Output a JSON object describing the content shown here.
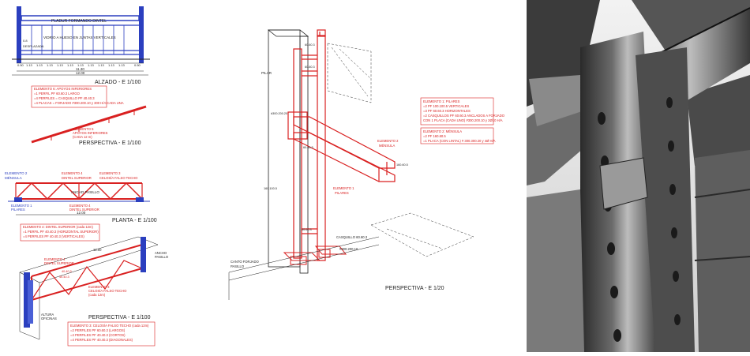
{
  "alzado": {
    "title": "ALZADO - E 1/100",
    "lintel_label": "PLADUR FORMANDO DINTEL",
    "glass_label": "VIDRIO A HUESO EN JUNTAS VERTICALES",
    "displaced_label": "DESPLAZADA",
    "displaced_value": "0.8",
    "dims": [
      "0.50",
      "1.13",
      "1.13",
      "1.13",
      "1.13",
      "1.13",
      "1.13",
      "1.13",
      "1.13",
      "1.13",
      "1.13",
      "0.50"
    ],
    "overall": "11.30",
    "overall2": "12.00"
  },
  "supports_note": {
    "lines": [
      "ELEMENTO 6: APOYOS INFERIORES",
      "=1 PERFIL PF 60.60.3 LARGO",
      "=4 PERFILES = CASQUILLO PF 40.40.3",
      "=4 PLACAS = FORJADO #300.200.10 y 300 H/A CADA UNA"
    ]
  },
  "perspectiva_small": {
    "label": "ELEMENTO 5",
    "sub": "APOYOS INFERIORES",
    "sub2": "(CADA 12 m)",
    "title": "PERSPECTIVA - E 1/100"
  },
  "planta": {
    "title": "PLANTA - E 1/100",
    "el2": "ELEMENTO 2",
    "el2b": "MÉNSULA",
    "el4": "ELEMENTO 4",
    "el4b": "DINTEL SUPERIOR",
    "el3": "ELEMENTO 3",
    "el3b": "CELOSÍA FALSO TECHO",
    "ancho": "ANCHO PASILLO",
    "el1": "ELEMENTO 1",
    "el1b": "PILARES",
    "el4c": "ELEMENTO 4",
    "el4d": "DINTEL SUPERIOR",
    "dim": "12.00"
  },
  "dintel_note": {
    "lines": [
      "ELEMENTO 4: DINTEL SUPERIOR (cada 12m)",
      "=1 PERFIL PF 40.40.3 (HORIZONTAL SUPERIOR)",
      "=4 PERFILES PF 40.40.3 (VERTICALES)"
    ]
  },
  "perspectiva_large": {
    "title": "PERSPECTIVA - E 1/100",
    "el4": "ELEMENTO 4",
    "el4b": "DINTEL SUPERIOR",
    "el3": "ELEMENTO 3",
    "el3b": "CELOSÍA FALSO TECHO",
    "el3c": "(cada 12m)",
    "ancho": "ANCHO",
    "pasillo": "PASILLO",
    "altura": "ALTURA",
    "oficinas": "OFICINAS",
    "dims": [
      "40.40.3",
      "40.40.3",
      "12.00"
    ]
  },
  "celosia_note": {
    "lines": [
      "ELEMENTO 3: CELOSÍA FALSO TECHO (cada 12m)",
      "=2 PERFILES PF 60.60.3 (LARGOS)",
      "=4 PERFILES PF 40.40.3 (CORTOS)",
      "=4 PERFILES PF 40.40.3 (DIAGONALES)"
    ]
  },
  "detail": {
    "title": "PERSPECTIVA - E 1/20",
    "pilar": "PILAR",
    "dims": [
      "60.60.3",
      "60.60.3",
      "#300.200.20",
      "60.60.3",
      "160.60.5",
      "160.100.5",
      "60.60.3"
    ],
    "el2": "ELEMENTO 2",
    "el2b": "MÉNSULA",
    "el1": "ELEMENTO 1",
    "el1b": "PILARES",
    "casquillo": "CASQUILLO 60.60.3",
    "placa": "#300.200.10",
    "canto": "CANTO FORJADO",
    "pasillo": "PASILLO"
  },
  "pilares_note": {
    "lines": [
      "ELEMENTO 1: PILARES",
      "=2 PF 100.100.5 VERTICALES",
      "=3 PF 60.60.3 HORIZONTALES",
      "=2 CASQUILLOS PF 60.60.3 ANCLADOS A FORJADO",
      "CON 1 PLACA (CADA UNO) #300.200.10 y 2Ø10 H/A"
    ]
  },
  "mensula_note": {
    "lines": [
      "ELEMENTO 2: MÉNSULA",
      "=2 PF 160.60.5",
      "=1 PLACA (CON LINTAL) # 300.300.20 y 4Ø H/A"
    ]
  },
  "colors": {
    "red": "#d92020",
    "blue": "#2b3fbf",
    "dark": "#222222"
  }
}
